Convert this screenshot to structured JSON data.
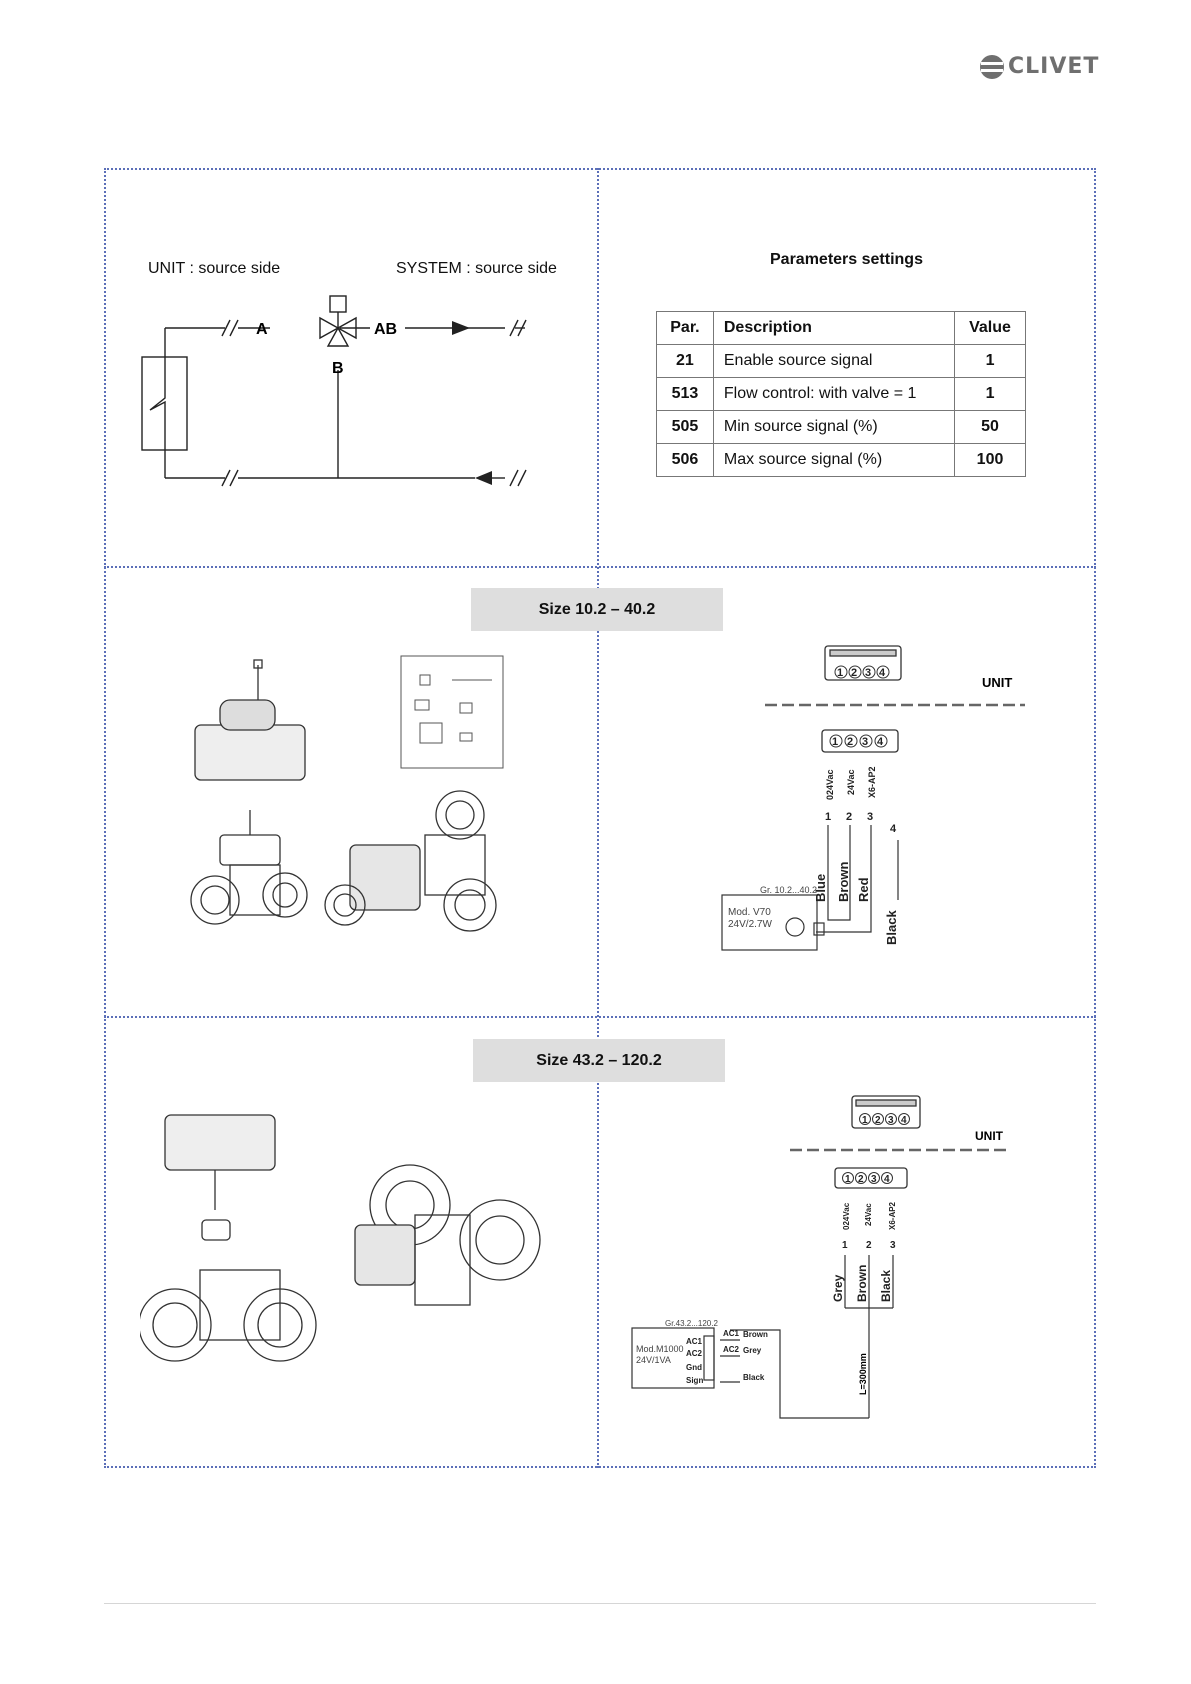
{
  "header": {
    "brand": "CLIVET"
  },
  "schematic": {
    "unit_label": "UNIT : source side",
    "system_label": "SYSTEM : source side",
    "port_a": "A",
    "port_ab": "AB",
    "port_b": "B"
  },
  "parameters": {
    "title": "Parameters settings",
    "columns": [
      "Par.",
      "Description",
      "Value"
    ],
    "rows": [
      {
        "par": "21",
        "description": "Enable source signal",
        "value": "1"
      },
      {
        "par": "513",
        "description": "Flow control: with valve = 1",
        "value": "1"
      },
      {
        "par": "505",
        "description": "Min source signal (%)",
        "value": "50"
      },
      {
        "par": "506",
        "description": "Max source signal (%)",
        "value": "100"
      }
    ]
  },
  "size_a": {
    "title": "Size 10.2 – 40.2",
    "unit_label": "UNIT",
    "pins": [
      "1",
      "2",
      "3",
      "4"
    ],
    "signals": [
      "024Vac",
      "24Vac",
      "X6-AP2"
    ],
    "wires": [
      "Blue",
      "Brown",
      "Red",
      "Black"
    ],
    "actuator_group": "Gr. 10.2...40.2",
    "actuator_model": "Mod. V70",
    "actuator_rating": "24V/2.7W"
  },
  "size_b": {
    "title": "Size 43.2 – 120.2",
    "unit_label": "UNIT",
    "pins": [
      "1",
      "2",
      "3",
      "4"
    ],
    "signals": [
      "024Vac",
      "24Vac",
      "X6-AP2"
    ],
    "wires": [
      "Grey",
      "Brown",
      "Black"
    ],
    "cable_length": "L=300mm",
    "actuator_group": "Gr.43.2...120.2",
    "actuator_model": "Mod.M1000",
    "actuator_rating": "24V/1VA",
    "terminals": [
      "AC1",
      "AC2",
      "Gnd",
      "Sign"
    ],
    "terminal_wires": [
      "Brown",
      "Grey",
      "Black"
    ]
  }
}
